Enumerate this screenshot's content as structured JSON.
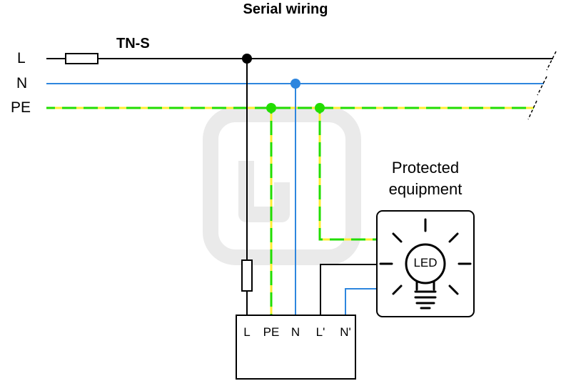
{
  "title": "Serial wiring",
  "system": "TN-S",
  "conductors": {
    "l": "L",
    "n": "N",
    "pe": "PE"
  },
  "equipment": {
    "line1": "Protected",
    "line2": "equipment",
    "bulb_text": "LED"
  },
  "terminals": [
    "L",
    "PE",
    "N",
    "L'",
    "N'"
  ],
  "colors": {
    "phase": "#000000",
    "neutral": "#2e86de",
    "pe_green": "#22dd00",
    "pe_yellow": "#ffee33"
  }
}
